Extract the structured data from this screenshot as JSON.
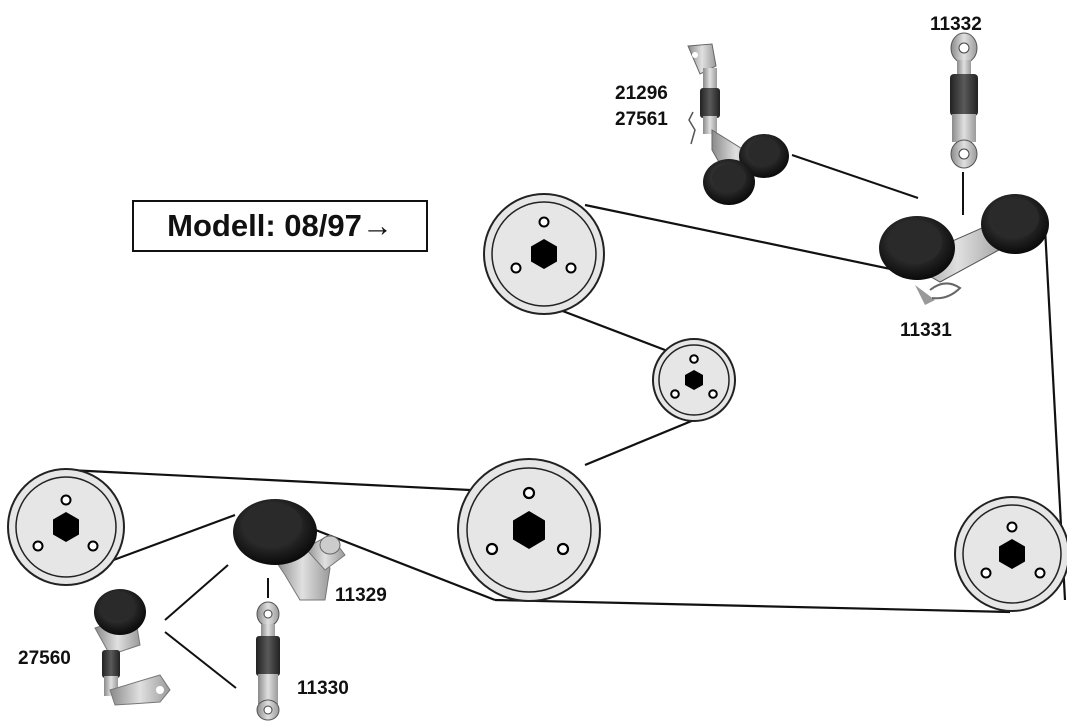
{
  "model": {
    "label": "Modell: 08/97→"
  },
  "parts": {
    "p11332": "11332",
    "p21296": "21296",
    "p27561": "27561",
    "p11331": "11331",
    "p11329": "11329",
    "p27560": "27560",
    "p11330": "11330"
  },
  "colors": {
    "pulley_fill": "#e6e6e6",
    "pulley_stroke": "#222222",
    "belt": "#111111",
    "roller_dark": "#1e1e1e",
    "metal": "#b8b8b8"
  }
}
